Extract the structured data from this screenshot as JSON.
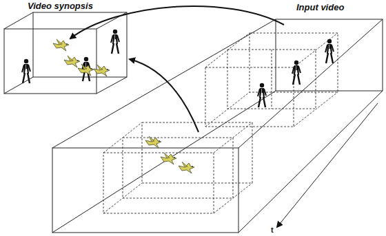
{
  "diagram": {
    "labels": [
      "Video synopsis",
      "Input video",
      "t"
    ]
  }
}
